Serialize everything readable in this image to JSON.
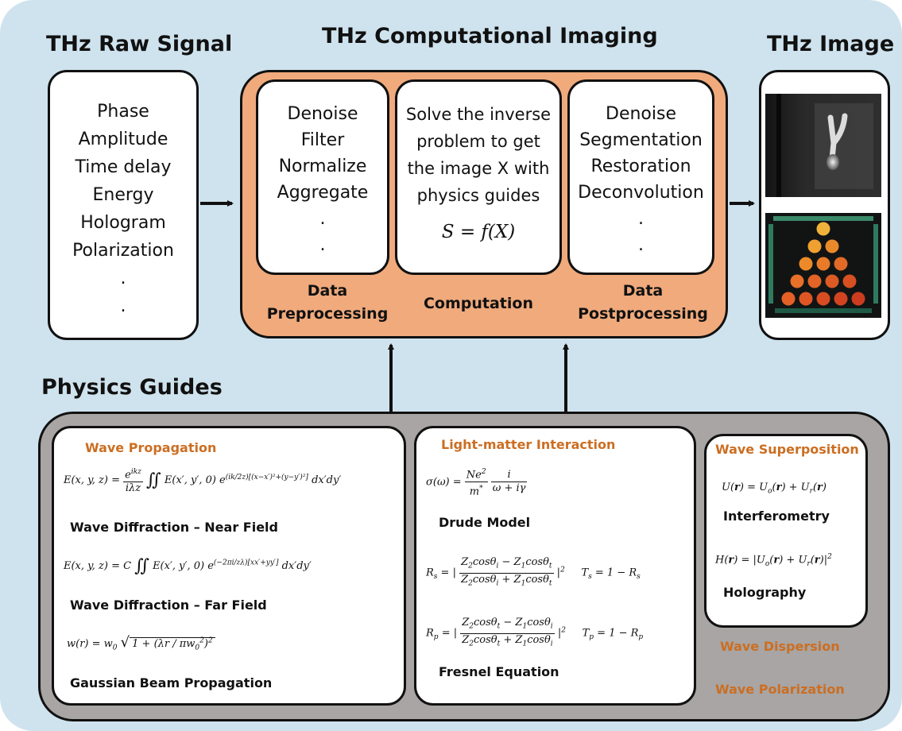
{
  "headers": {
    "raw_signal": "THz Raw Signal",
    "computational_imaging": "THz Computational Imaging",
    "image": "THz Image",
    "physics_guides": "Physics Guides"
  },
  "raw_signal_items": [
    "Phase",
    "Amplitude",
    "Time delay",
    "Energy",
    "Hologram",
    "Polarization",
    ".",
    "."
  ],
  "preprocessing": {
    "items": [
      "Denoise",
      "Filter",
      "Normalize",
      "Aggregate",
      ".",
      "."
    ],
    "label_line1": "Data",
    "label_line2": "Preprocessing"
  },
  "computation": {
    "lines": [
      "Solve the inverse",
      "problem to get",
      "the image X with",
      "physics guides"
    ],
    "equation": "S = f(X)",
    "label": "Computation"
  },
  "postprocessing": {
    "items": [
      "Denoise",
      "Segmentation",
      "Restoration",
      "Deconvolution",
      ".",
      "."
    ],
    "label_line1": "Data",
    "label_line2": "Postprocessing"
  },
  "wave_propagation": {
    "title": "Wave Propagation",
    "near_field": "Wave Diffraction – Near Field",
    "far_field": "Wave Diffraction – Far Field",
    "gaussian": "Gaussian Beam Propagation"
  },
  "light_matter": {
    "title": "Light-matter Interaction",
    "drude": "Drude Model",
    "fresnel": "Fresnel Equation"
  },
  "wave_superposition": {
    "title": "Wave Superposition",
    "interferometry": "Interferometry",
    "holography": "Holography"
  },
  "other_guides": [
    "Wave Dispersion",
    "Wave Polarization"
  ],
  "colors": {
    "background": "#cfe3ee",
    "computational_panel": "#f0aa7c",
    "physics_panel": "#a8a5a4",
    "section_title": "#cc6e22"
  }
}
